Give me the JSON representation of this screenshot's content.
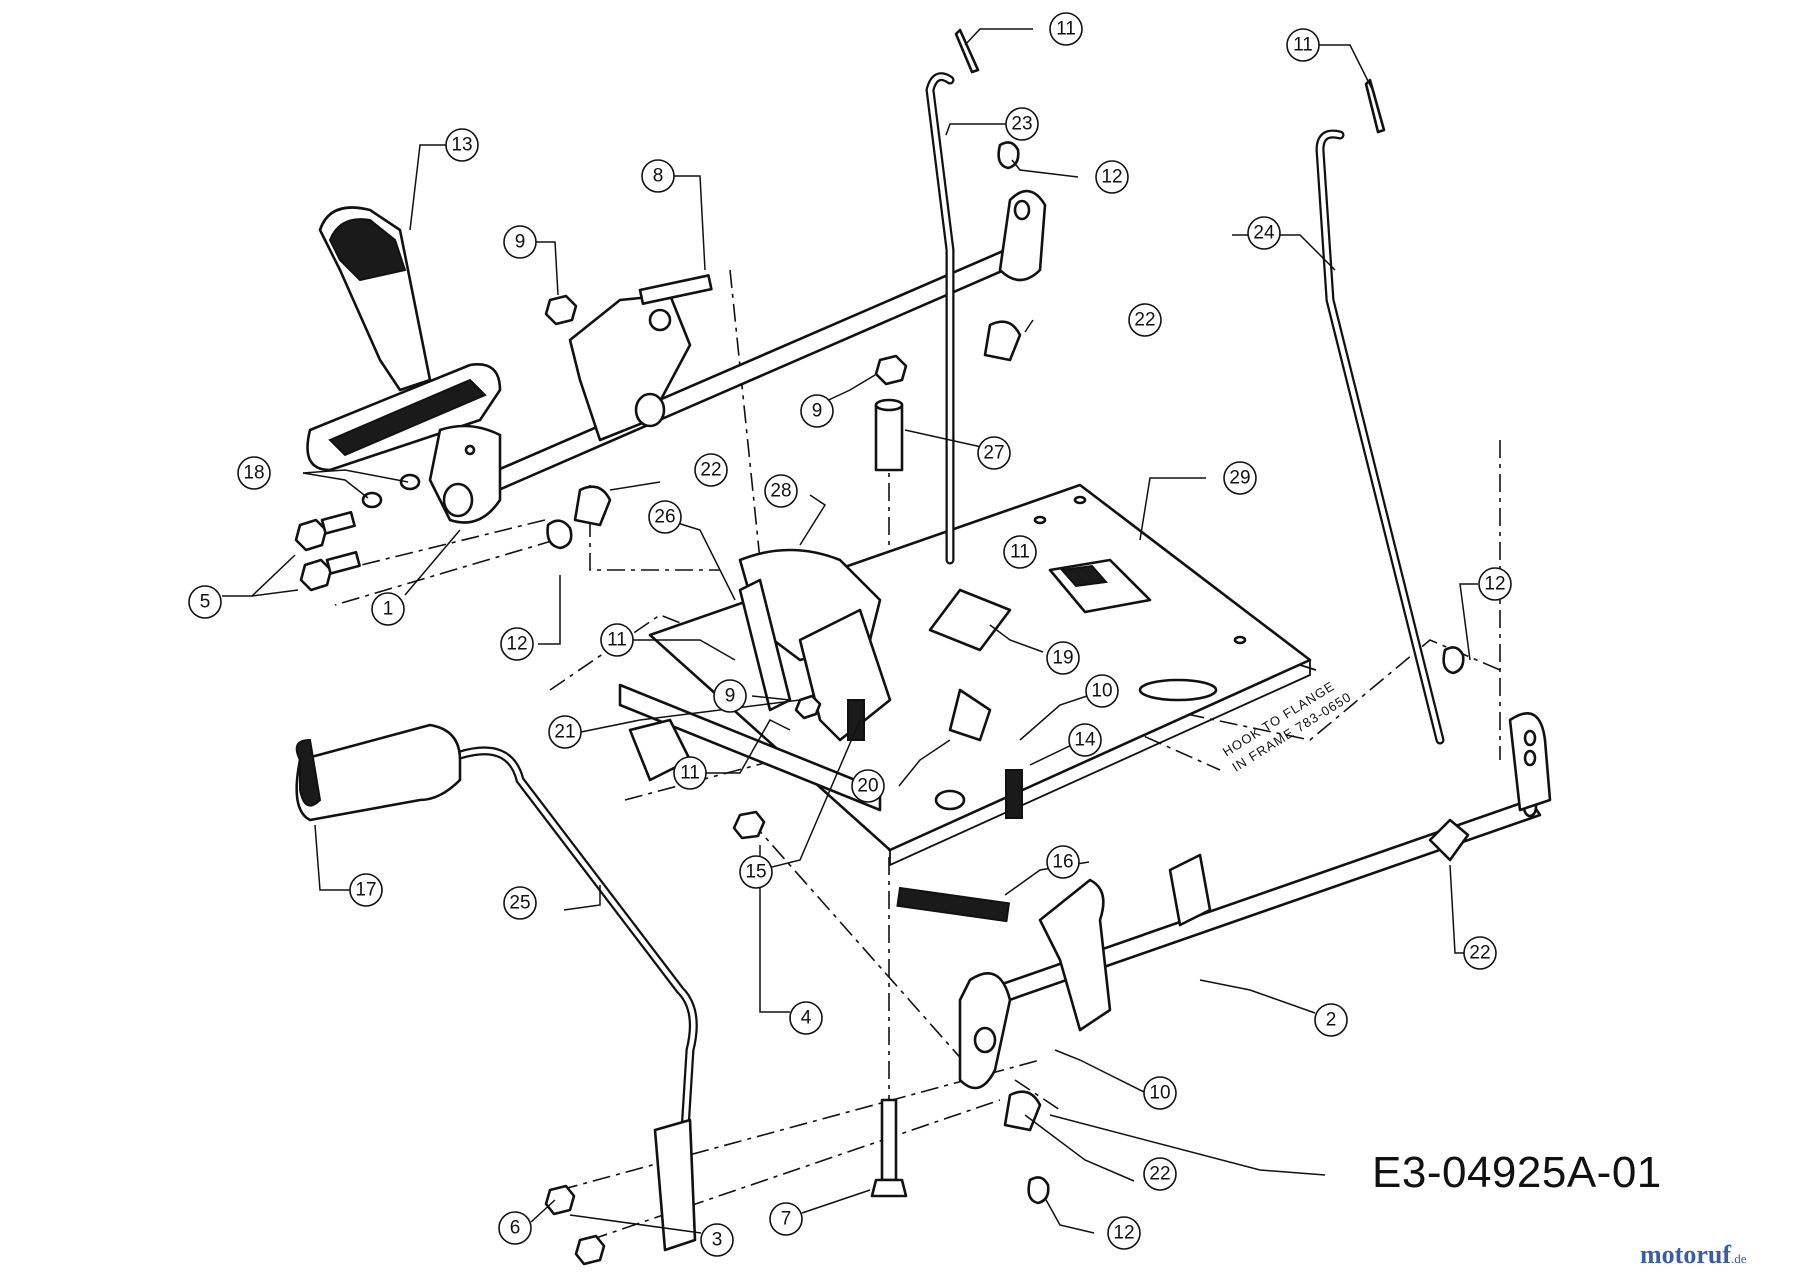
{
  "diagram": {
    "drawing_number": "E3-04925A-01",
    "note": {
      "line1": "HOOK TO FLANGE",
      "line2": "IN FRAME 783-0650"
    },
    "watermark": {
      "brand": "motoruf",
      "tld": ".de"
    },
    "callouts": [
      "1",
      "2",
      "3",
      "4",
      "5",
      "6",
      "7",
      "8",
      "9",
      "10",
      "11",
      "12",
      "13",
      "14",
      "15",
      "16",
      "17",
      "18",
      "19",
      "20",
      "21",
      "22",
      "23",
      "24",
      "25",
      "26",
      "27",
      "28",
      "29"
    ]
  }
}
